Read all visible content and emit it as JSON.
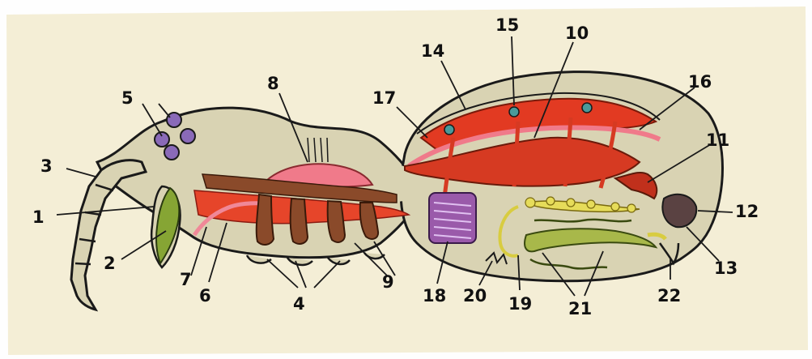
{
  "labels": [
    {
      "id": "1",
      "text": "1"
    },
    {
      "id": "2",
      "text": "2"
    },
    {
      "id": "3",
      "text": "3"
    },
    {
      "id": "4",
      "text": "4"
    },
    {
      "id": "5",
      "text": "5"
    },
    {
      "id": "6",
      "text": "6"
    },
    {
      "id": "7",
      "text": "7"
    },
    {
      "id": "8",
      "text": "8"
    },
    {
      "id": "9",
      "text": "9"
    },
    {
      "id": "10",
      "text": "10"
    },
    {
      "id": "11",
      "text": "11"
    },
    {
      "id": "12",
      "text": "12"
    },
    {
      "id": "13",
      "text": "13"
    },
    {
      "id": "14",
      "text": "14"
    },
    {
      "id": "15",
      "text": "15"
    },
    {
      "id": "16",
      "text": "16"
    },
    {
      "id": "17",
      "text": "17"
    },
    {
      "id": "18",
      "text": "18"
    },
    {
      "id": "19",
      "text": "19"
    },
    {
      "id": "20",
      "text": "20"
    },
    {
      "id": "21",
      "text": "21"
    },
    {
      "id": "22",
      "text": "22"
    }
  ],
  "colors": {
    "paper": "#f3ecd2",
    "body": "#d8d2b2",
    "outline": "#1a1a1a",
    "red_organ": "#e23a22",
    "pink": "#f07b8c",
    "brown": "#8a4a2a",
    "green": "#7a9a2c",
    "yellow": "#e8e05a",
    "purple": "#8a4a9a",
    "eye": "#7a5aa8",
    "dark_gland": "#5a4040"
  }
}
